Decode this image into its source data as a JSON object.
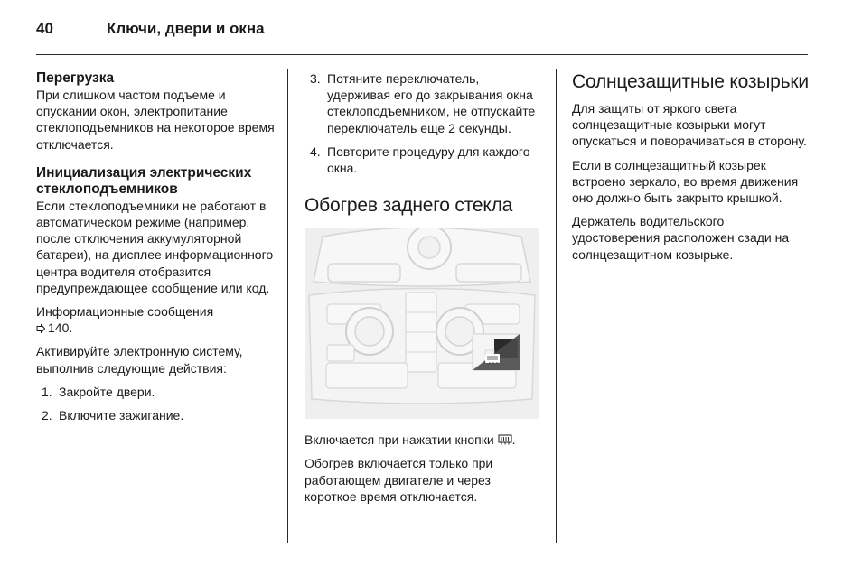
{
  "header": {
    "page_number": "40",
    "chapter_title": "Ключи, двери и окна"
  },
  "col1": {
    "overload_heading": "Перегрузка",
    "overload_text": "При слишком частом подъеме и опускании окон, электропитание стеклоподъемников на некоторое время отключается.",
    "init_heading": "Инициализация электрических стеклоподъемников",
    "init_text": "Если стеклоподъемники не работают в автоматическом режиме (например, после отключения аккумуляторной батареи), на дисплее информационного центра водителя отобразится предупреждающее сообщение или код.",
    "info_messages_text": "Информационные сообщения",
    "info_messages_ref": "140.",
    "activate_text": "Активируйте электронную систему, выполнив следующие действия:",
    "steps": [
      {
        "num": "1.",
        "text": "Закройте двери."
      },
      {
        "num": "2.",
        "text": "Включите зажигание."
      }
    ]
  },
  "col2": {
    "steps": [
      {
        "num": "3.",
        "text": "Потяните переключатель, удерживая его до закрывания окна стеклоподъемником, не отпускайте переключатель еще 2 секунды."
      },
      {
        "num": "4.",
        "text": "Повторите процедуру для каждого окна."
      }
    ],
    "rear_window_heading": "Обогрев заднего стекла",
    "button_text": "Включается при нажатии кнопки",
    "button_end": ".",
    "engine_text": "Обогрев включается только при работающем двигателе и через короткое время отключается."
  },
  "col3": {
    "sunvisors_heading": "Солнцезащитные козырьки",
    "p1": "Для защиты от яркого света солнцезащитные козырьки могут опускаться и поворачиваться в сторону.",
    "p2": "Если в солнцезащитный козырек встроено зеркало, во время движения оно должно быть закрыто крышкой.",
    "p3": "Держатель водительского удостоверения расположен сзади на солнцезащитном козырьке."
  },
  "icons": {
    "reference": "arrow-reference-icon",
    "defrost": "rear-window-heating-icon"
  }
}
